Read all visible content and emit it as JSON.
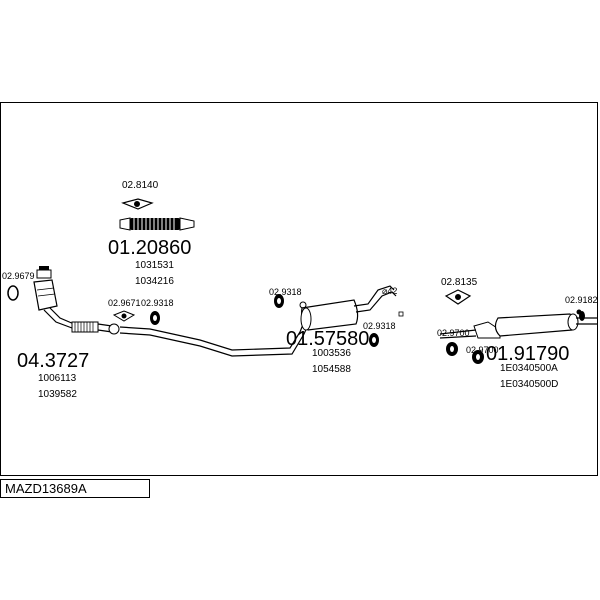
{
  "diagram": {
    "code": "MAZD13689A",
    "parts": [
      {
        "id": "02.8140",
        "role": "label"
      },
      {
        "id": "01.20860",
        "refs": [
          "1031531",
          "1034216"
        ]
      },
      {
        "id": "02.9679",
        "role": "label"
      },
      {
        "id": "04.3727",
        "refs": [
          "1006113",
          "1039582"
        ]
      },
      {
        "id": "02.9671",
        "role": "label"
      },
      {
        "id": "02.9318",
        "role": "label"
      },
      {
        "id": "01.57580",
        "refs": [
          "1003536",
          "1054588"
        ]
      },
      {
        "id": "02.8135",
        "role": "label"
      },
      {
        "id": "02.9700",
        "role": "label"
      },
      {
        "id": "01.91790",
        "refs": [
          "1E0340500A",
          "1E0340500D"
        ]
      },
      {
        "id": "02.9182",
        "role": "label"
      }
    ],
    "labels": {
      "p8140": "02.8140",
      "p20860": "01.20860",
      "r1031531": "1031531",
      "r1034216": "1034216",
      "p9679": "02.9679",
      "p3727": "04.3727",
      "r1006113": "1006113",
      "r1039582": "1039582",
      "p9671": "02.9671",
      "p9318a": "02.9318",
      "p9318b": "02.9318",
      "p9318c": "02.9318",
      "p57580": "01.57580",
      "r1003536": "1003536",
      "r1054588": "1054588",
      "diam": "⌀42",
      "p8135": "02.8135",
      "p9700a": "02.9700",
      "p9700b": "02.9700",
      "p91790": "01.91790",
      "r1E0340500A": "1E0340500A",
      "r1E0340500D": "1E0340500D",
      "p9182": "02.9182"
    }
  }
}
